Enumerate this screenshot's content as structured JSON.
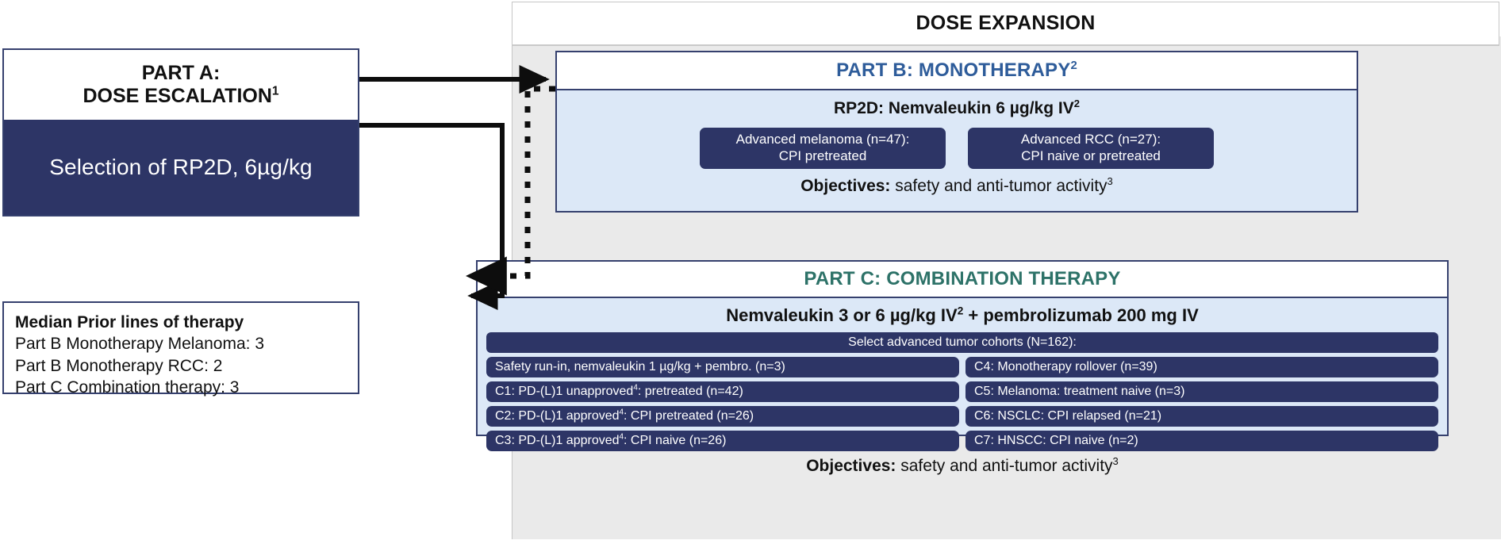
{
  "expansion": {
    "header_title": "DOSE EXPANSION"
  },
  "part_a": {
    "title_line1": "PART A:",
    "title_line2": "DOSE ESCALATION",
    "title_line2_sup": "1",
    "selection_text": "Selection of RP2D, 6µg/kg"
  },
  "median_box": {
    "heading": "Median Prior lines of therapy",
    "lines": [
      "Part B Monotherapy Melanoma: 3",
      "Part B Monotherapy RCC: 2",
      "Part C Combination therapy: 3"
    ]
  },
  "part_b": {
    "title": "PART B: MONOTHERAPY",
    "title_sup": "2",
    "regimen": "RP2D: Nemvaleukin 6 µg/kg IV",
    "regimen_sup": "2",
    "cohorts": [
      {
        "line1": "Advanced melanoma (n=47):",
        "line2": "CPI pretreated"
      },
      {
        "line1": "Advanced RCC (n=27):",
        "line2": "CPI naive or pretreated"
      }
    ],
    "objectives_label": "Objectives:",
    "objectives_text": " safety and anti-tumor activity",
    "objectives_sup": "3"
  },
  "part_c": {
    "title": "PART C: COMBINATION THERAPY",
    "regimen_pre": "Nemvaleukin 3 or 6 µg/kg IV",
    "regimen_sup": "2",
    "regimen_post": " + pembrolizumab 200 mg IV",
    "cohorts_header": "Select advanced tumor cohorts (N=162):",
    "cohorts": [
      {
        "text_pre": "Safety run-in, nemvaleukin 1 µg/kg + pembro. (n=3)",
        "sup": "",
        "text_post": ""
      },
      {
        "text_pre": "C4: Monotherapy rollover (n=39)",
        "sup": "",
        "text_post": ""
      },
      {
        "text_pre": "C1: PD-(L)1 unapproved",
        "sup": "4",
        "text_post": ": pretreated (n=42)"
      },
      {
        "text_pre": "C5: Melanoma: treatment naive (n=3)",
        "sup": "",
        "text_post": ""
      },
      {
        "text_pre": "C2: PD-(L)1 approved",
        "sup": "4",
        "text_post": ": CPI pretreated (n=26)"
      },
      {
        "text_pre": "C6: NSCLC: CPI relapsed (n=21)",
        "sup": "",
        "text_post": ""
      },
      {
        "text_pre": "C3: PD-(L)1 approved",
        "sup": "4",
        "text_post": ": CPI naive (n=26)"
      },
      {
        "text_pre": "C7: HNSCC: CPI naive (n=2)",
        "sup": "",
        "text_post": ""
      }
    ],
    "objectives_label": "Objectives:",
    "objectives_text": " safety and anti-tumor activity",
    "objectives_sup": "3"
  },
  "connectors": {
    "a_to_b": "solid-arrow-part-a-to-part-b",
    "a_to_c": "solid-arrow-part-a-to-part-c",
    "b_to_c": "dashed-arrow-part-b-to-part-c"
  },
  "colors": {
    "navy": "#2d3566",
    "navy_border": "#35406e",
    "part_b_blue": "#2e5c9a",
    "part_c_teal": "#2d7268",
    "light_blue_fill": "#dce8f7",
    "panel_grey": "#eaeaea",
    "white": "#ffffff"
  }
}
